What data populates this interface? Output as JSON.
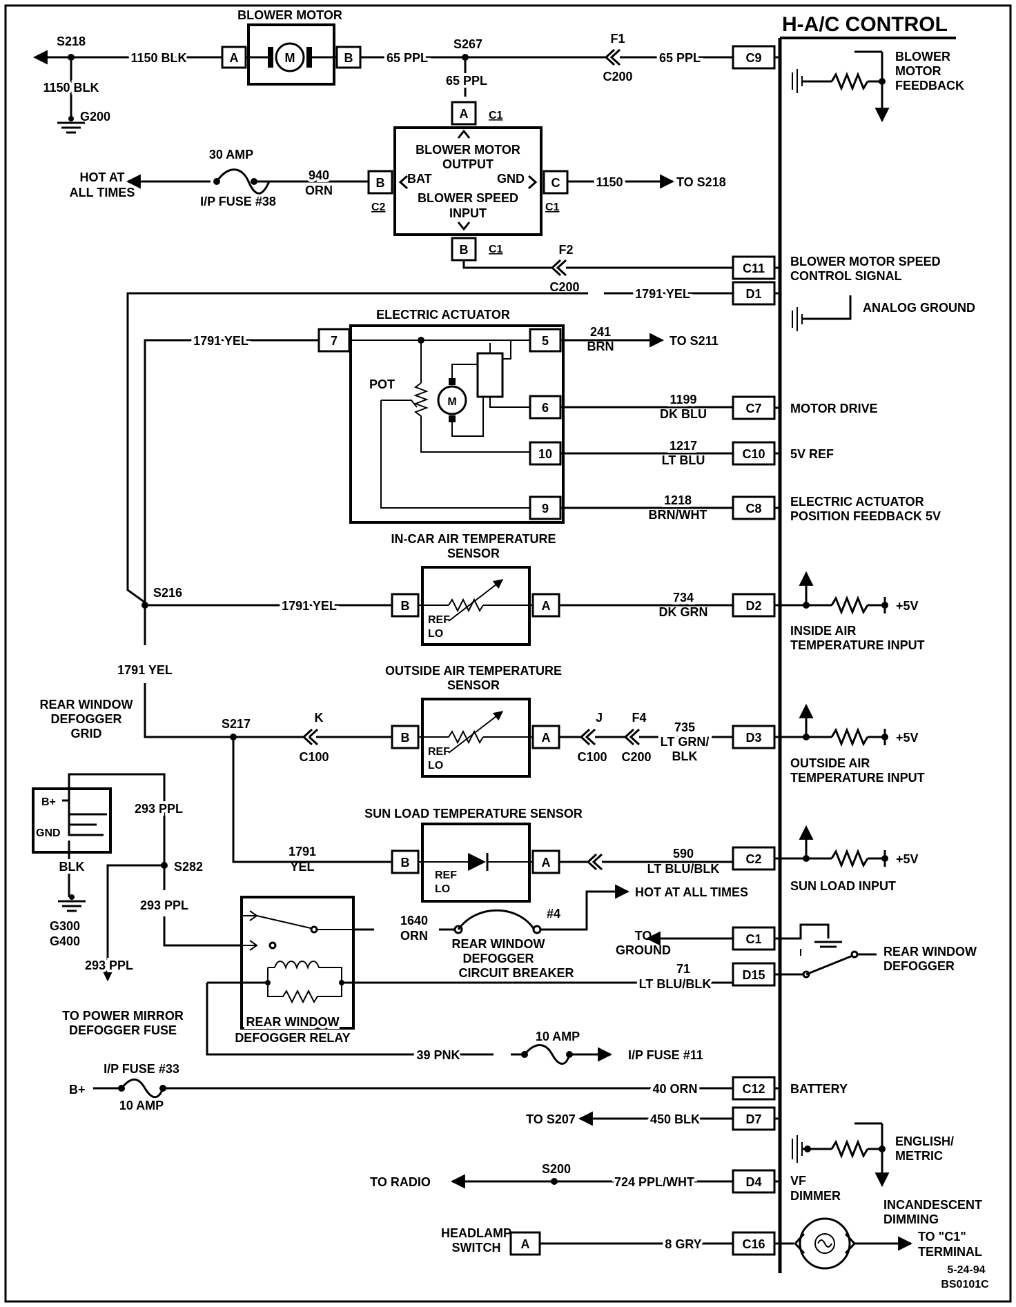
{
  "title": "H-A/C CONTROL",
  "doc_id": "BS0101C",
  "date": "5-24-94",
  "blower": {
    "title": "BLOWER MOTOR",
    "motor_label": "M",
    "pin_a": "A",
    "pin_b": "B",
    "s218": "S218",
    "wire_1150_top": "1150 BLK",
    "wire_1150_ground": "1150 BLK",
    "g200": "G200",
    "wire_65_left": "65 PPL",
    "s267": "S267",
    "f1": "F1",
    "c200": "C200",
    "wire_65_right": "65 PPL"
  },
  "module": {
    "line1": "BLOWER MOTOR",
    "line2": "OUTPUT",
    "bat": "BAT",
    "gnd": "GND",
    "line3": "BLOWER SPEED",
    "line4": "INPUT",
    "pin_a": "A",
    "pin_b": "B",
    "pin_c": "C",
    "pin_b2": "B",
    "c1_a": "C1",
    "c1_c": "C1",
    "c1_b": "C1",
    "c2": "C2",
    "wire_65": "65 PPL",
    "fuse_amp": "30 AMP",
    "fuse_name": "I/P FUSE #38",
    "hot1": "HOT AT",
    "hot2": "ALL TIMES",
    "wire_940a": "940",
    "wire_940b": "ORN",
    "wire_1150": "1150",
    "to_s218": "TO S218",
    "f2": "F2",
    "c200": "C200"
  },
  "actuator": {
    "title": "ELECTRIC ACTUATOR",
    "pot": "POT",
    "motor": "M",
    "pin7": "7",
    "pin5": "5",
    "pin6": "6",
    "pin10": "10",
    "pin9": "9",
    "wire_1791": "1791 YEL",
    "w241a": "241",
    "w241b": "BRN",
    "to_s211": "TO S211",
    "w1199a": "1199",
    "w1199b": "DK BLU",
    "w1217a": "1217",
    "w1217b": "LT BLU",
    "w1218a": "1218",
    "w1218b": "BRN/WHT"
  },
  "incar": {
    "title1": "IN-CAR AIR TEMPERATURE",
    "title2": "SENSOR",
    "pin_b": "B",
    "pin_a": "A",
    "ref": "REF",
    "lo": "LO",
    "s216": "S216",
    "wire_left": "1791 YEL",
    "wire_down": "1791 YEL",
    "w734a": "734",
    "w734b": "DK GRN"
  },
  "outside": {
    "title1": "OUTSIDE AIR TEMPERATURE",
    "title2": "SENSOR",
    "pin_b": "B",
    "pin_a": "A",
    "ref": "REF",
    "lo": "LO",
    "s217": "S217",
    "k": "K",
    "c100_left": "C100",
    "j": "J",
    "f4": "F4",
    "c100_right": "C100",
    "c200": "C200",
    "w735a": "735",
    "w735b": "LT GRN/",
    "w735c": "BLK",
    "rw1": "REAR WINDOW",
    "rw2": "DEFOGGER",
    "rw3": "GRID"
  },
  "sun": {
    "title": "SUN LOAD TEMPERATURE SENSOR",
    "pin_b": "B",
    "pin_a": "A",
    "ref": "REF",
    "lo": "LO",
    "w1791a": "1791",
    "w1791b": "YEL",
    "w590a": "590",
    "w590b": "LT BLU/BLK"
  },
  "grid": {
    "bplus": "B+",
    "gnd": "GND",
    "blk": "BLK",
    "g300": "G300",
    "g400": "G400",
    "w293_top": "293 PPL",
    "s282": "S282",
    "w293_mid": "293 PPL",
    "w293_left": "293 PPL",
    "to_mirror1": "TO POWER MIRROR",
    "to_mirror2": "DEFOGGER FUSE"
  },
  "relay": {
    "title1": "REAR WINDOW",
    "title2": "DEFOGGER RELAY",
    "w1640a": "1640",
    "w1640b": "ORN",
    "cb_num": "#4",
    "cb1": "REAR WINDOW",
    "cb2": "DEFOGGER",
    "cb3": "CIRCUIT BREAKER",
    "hot": "HOT AT ALL TIMES",
    "to_ground1": "TO",
    "to_ground2": "GROUND",
    "w71a": "71",
    "w71b": "LT BLU/BLK",
    "w39": "39 PNK",
    "fuse11_amp": "10 AMP",
    "fuse11": "I/P FUSE #11"
  },
  "battery": {
    "bplus": "B+",
    "fuse33": "I/P FUSE #33",
    "amp": "10 AMP",
    "w40": "40 ORN"
  },
  "lower": {
    "to_s207": "TO S207",
    "w450": "450 BLK",
    "to_radio": "TO RADIO",
    "s200": "S200",
    "w724": "724 PPL/WHT",
    "hl1": "HEADLAMP",
    "hl2": "SWITCH",
    "hl_pin": "A",
    "w8": "8 GRY"
  },
  "pins": {
    "c9": "C9",
    "c11": "C11",
    "d1": "D1",
    "c7": "C7",
    "c10": "C10",
    "c8": "C8",
    "d2": "D2",
    "d3": "D3",
    "c2": "C2",
    "c1": "C1",
    "d15": "D15",
    "c12": "C12",
    "d7": "D7",
    "d4": "D4",
    "c16": "C16"
  },
  "labels": {
    "bmf1": "BLOWER",
    "bmf2": "MOTOR",
    "bmf3": "FEEDBACK",
    "bms1": "BLOWER MOTOR SPEED",
    "bms2": "CONTROL SIGNAL",
    "analog": "ANALOG GROUND",
    "motor_drive": "MOTOR DRIVE",
    "vref": "5V REF",
    "eap1": "ELECTRIC ACTUATOR",
    "eap2": "POSITION FEEDBACK 5V",
    "plus5_1": "+5V",
    "iat1": "INSIDE AIR",
    "iat2": "TEMPERATURE INPUT",
    "plus5_2": "+5V",
    "oat1": "OUTSIDE AIR",
    "oat2": "TEMPERATURE INPUT",
    "plus5_3": "+5V",
    "sun": "SUN LOAD INPUT",
    "rwd1": "REAR WINDOW",
    "rwd2": "DEFOGGER",
    "battery": "BATTERY",
    "em1": "ENGLISH/",
    "em2": "METRIC",
    "vf1": "VF",
    "vf2": "DIMMER",
    "inc1": "INCANDESCENT",
    "inc2": "DIMMING",
    "tc1": "TO \"C1\"",
    "tc2": "TERMINAL"
  }
}
